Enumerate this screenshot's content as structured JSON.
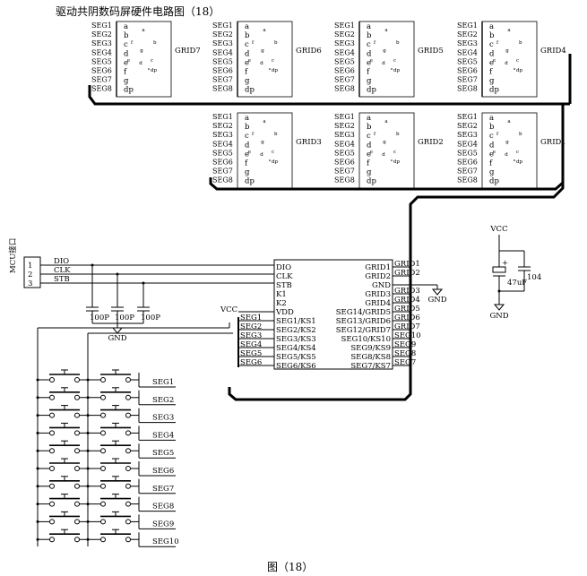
{
  "title": "驱动共阴数码屏硬件电路图（18）",
  "caption": "图（18）",
  "seg_labels": [
    "SEG1",
    "SEG2",
    "SEG3",
    "SEG4",
    "SEG5",
    "SEG6",
    "SEG7",
    "SEG8"
  ],
  "pin_letters": [
    "a",
    "b",
    "c",
    "d",
    "e",
    "f",
    "g",
    "dp"
  ],
  "digit_letters": [
    "a",
    "f",
    "b",
    "g",
    "e",
    "c",
    "d",
    "dp"
  ],
  "grid_labels_top": [
    "GRID7",
    "GRID6",
    "GRID5",
    "GRID4"
  ],
  "grid_labels_mid": [
    "GRID3",
    "GRID2",
    "GRID1"
  ],
  "mcu": {
    "label": "MCU接口",
    "pins": [
      "1",
      "2",
      "3"
    ],
    "signals": [
      "DIO",
      "CLK",
      "STB"
    ]
  },
  "capacitor_label": "100P",
  "gnd_label": "GND",
  "vcc_label": "VCC",
  "ic": {
    "left_pins": [
      "DIO",
      "CLK",
      "STB",
      "K1",
      "K2",
      "VDD",
      "SEG1/KS1",
      "SEG2/KS2",
      "SEG3/KS3",
      "SEG4/KS4",
      "SEG5/KS5",
      "SEG6/KS6"
    ],
    "right_pins": [
      "GRID1",
      "GRID2",
      "GND",
      "GRID3",
      "GRID4",
      "SEG14/GRID5",
      "SEG13/GRID6",
      "SEG12/GRID7",
      "SEG10/KS10",
      "SEG9/KS9",
      "SEG8/KS8",
      "SEG7/KS7"
    ],
    "left_wires": [
      "SEG1",
      "SEG2",
      "SEG3",
      "SEG4",
      "SEG5",
      "SEG6"
    ],
    "right_wires": [
      "GRID1",
      "GRID2",
      "",
      "GRID3",
      "GRID4",
      "GRID5",
      "GRID6",
      "GRID7",
      "SEG10",
      "SEG9",
      "SEG8",
      "SEG7"
    ]
  },
  "power": {
    "cap1": "47uF",
    "cap2": "104"
  },
  "keyboard_rows": [
    "SEG1",
    "SEG2",
    "SEG3",
    "SEG4",
    "SEG5",
    "SEG6",
    "SEG7",
    "SEG8",
    "SEG9",
    "SEG10"
  ]
}
